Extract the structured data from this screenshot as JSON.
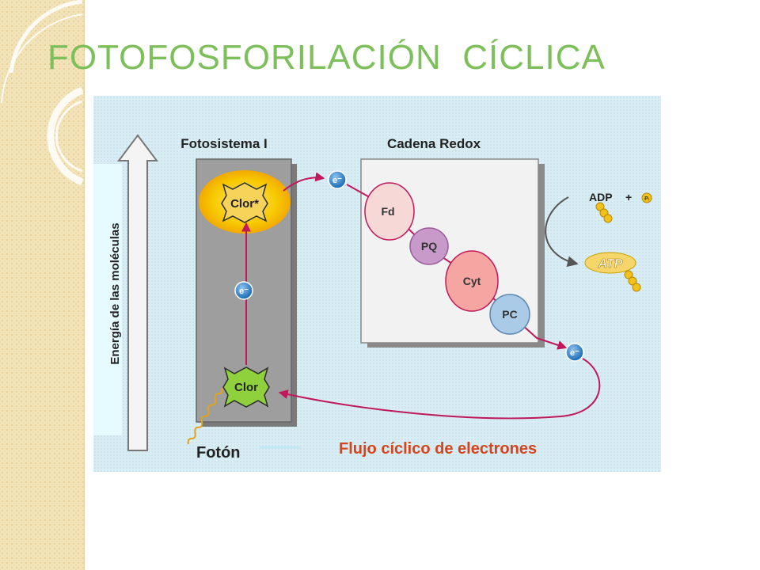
{
  "slide": {
    "title": "FOTOFOSFORILACIÓN  CÍCLICA"
  },
  "diagram": {
    "energy_axis_label": "Energía de las moléculas",
    "photosystem_label": "Fotosistema I",
    "redox_chain_label": "Cadena Redox",
    "excited_chlorophyll": "Clor*",
    "chlorophyll": "Clor",
    "electron": "e⁻",
    "photon_label": "Fotón",
    "cycle_label": "Flujo cíclico de electrones",
    "carriers": [
      "Fd",
      "PQ",
      "Cyt",
      "PC"
    ],
    "adp_label": "ADP",
    "plus_sign": "+",
    "pi_label": "Pᵢ",
    "atp_label": "ATP"
  },
  "colors": {
    "title": "#7dbf5a",
    "arrow": "#c0185a",
    "electron": "#2b7fc7",
    "fd": "#f6d9d6",
    "pq": "#c89ac9",
    "cyt": "#f5a6a2",
    "pc": "#a9cbe8",
    "cycle_text": "#d4451e"
  }
}
